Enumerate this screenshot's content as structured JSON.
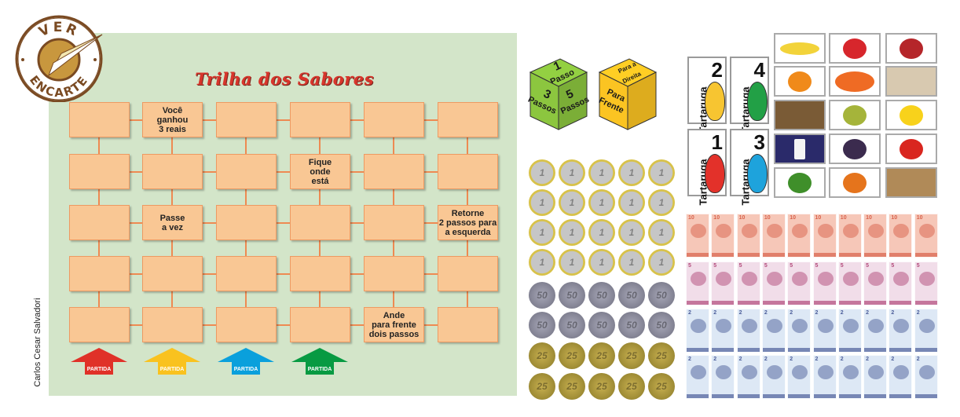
{
  "logo": {
    "top_text": "VER",
    "bottom_text": "ENCARTE",
    "color": "#7a4a22"
  },
  "board": {
    "title": "Trilha dos Sabores",
    "author": "Carlos Cesar Salvadori",
    "cells": [
      [
        "",
        "Você\nganhou\n3 reais",
        "",
        "",
        "",
        ""
      ],
      [
        "",
        "",
        "",
        "Fique\nonde\nestá",
        "",
        ""
      ],
      [
        "",
        "Passe\na vez",
        "",
        "",
        "",
        "Retorne\n2 passos para\na esquerda"
      ],
      [
        "",
        "",
        "",
        "",
        "",
        ""
      ],
      [
        "",
        "",
        "",
        "",
        "Ande\npara frente\ndois passos",
        ""
      ]
    ],
    "start_arrows": [
      {
        "label": "PARTIDA",
        "color": "#e03128"
      },
      {
        "label": "PARTIDA",
        "color": "#f9c21f"
      },
      {
        "label": "PARTIDA",
        "color": "#0aa0dc"
      },
      {
        "label": "PARTIDA",
        "color": "#079a42"
      }
    ]
  },
  "dice": [
    {
      "color": "#8cc63f",
      "top": [
        "1",
        "Passo"
      ],
      "left": [
        "3",
        "Passos"
      ],
      "right": [
        "5",
        "Passos"
      ]
    },
    {
      "color": "#fbc422",
      "top": [
        "Para a",
        "Direita"
      ],
      "left": [
        "Para",
        "Frente"
      ],
      "right": [
        "",
        ""
      ]
    }
  ],
  "coins": {
    "rows": [
      "1",
      "1",
      "1",
      "1",
      "50",
      "50",
      "25",
      "25"
    ],
    "per_row": 5
  },
  "turtles": [
    {
      "name": "Tartaruga",
      "number": "2",
      "color": "#f7c531"
    },
    {
      "name": "Tartaruga",
      "number": "4",
      "color": "#22a046"
    },
    {
      "name": "Tartaruga",
      "number": "1",
      "color": "#e3312a"
    },
    {
      "name": "Tartaruga",
      "number": "3",
      "color": "#1ea3dc"
    }
  ],
  "foods": [
    {
      "kind": "banana",
      "color": "#f2d33a"
    },
    {
      "kind": "strawberry",
      "color": "#d7262c"
    },
    {
      "kind": "apple",
      "color": "#b5262a"
    },
    {
      "kind": "orange",
      "color": "#f08a1a"
    },
    {
      "kind": "carrot",
      "color": "#ef6b24"
    },
    {
      "kind": "flour",
      "color": "#d8c9b0"
    },
    {
      "kind": "grain",
      "color": "#7a5b36"
    },
    {
      "kind": "pear",
      "color": "#a5b43a"
    },
    {
      "kind": "cheese",
      "color": "#f8d21b"
    },
    {
      "kind": "milk",
      "color": "#2a2a6a"
    },
    {
      "kind": "grapes",
      "color": "#3b2b4e"
    },
    {
      "kind": "tomato",
      "color": "#d9261f"
    },
    {
      "kind": "lettuce",
      "color": "#3f8f2a"
    },
    {
      "kind": "pumpkin",
      "color": "#e5741c"
    },
    {
      "kind": "potato",
      "color": "#b08a58"
    }
  ],
  "notes": {
    "rows": [
      {
        "value": "10",
        "bg": "#f6c7b8",
        "accent": "#d8614a"
      },
      {
        "value": "5",
        "bg": "#f1dde9",
        "accent": "#b24a7a"
      },
      {
        "value": "2",
        "bg": "#dde8f5",
        "accent": "#4c5e9a"
      },
      {
        "value": "2",
        "bg": "#dde8f5",
        "accent": "#4c5e9a"
      }
    ],
    "per_row": 10
  }
}
